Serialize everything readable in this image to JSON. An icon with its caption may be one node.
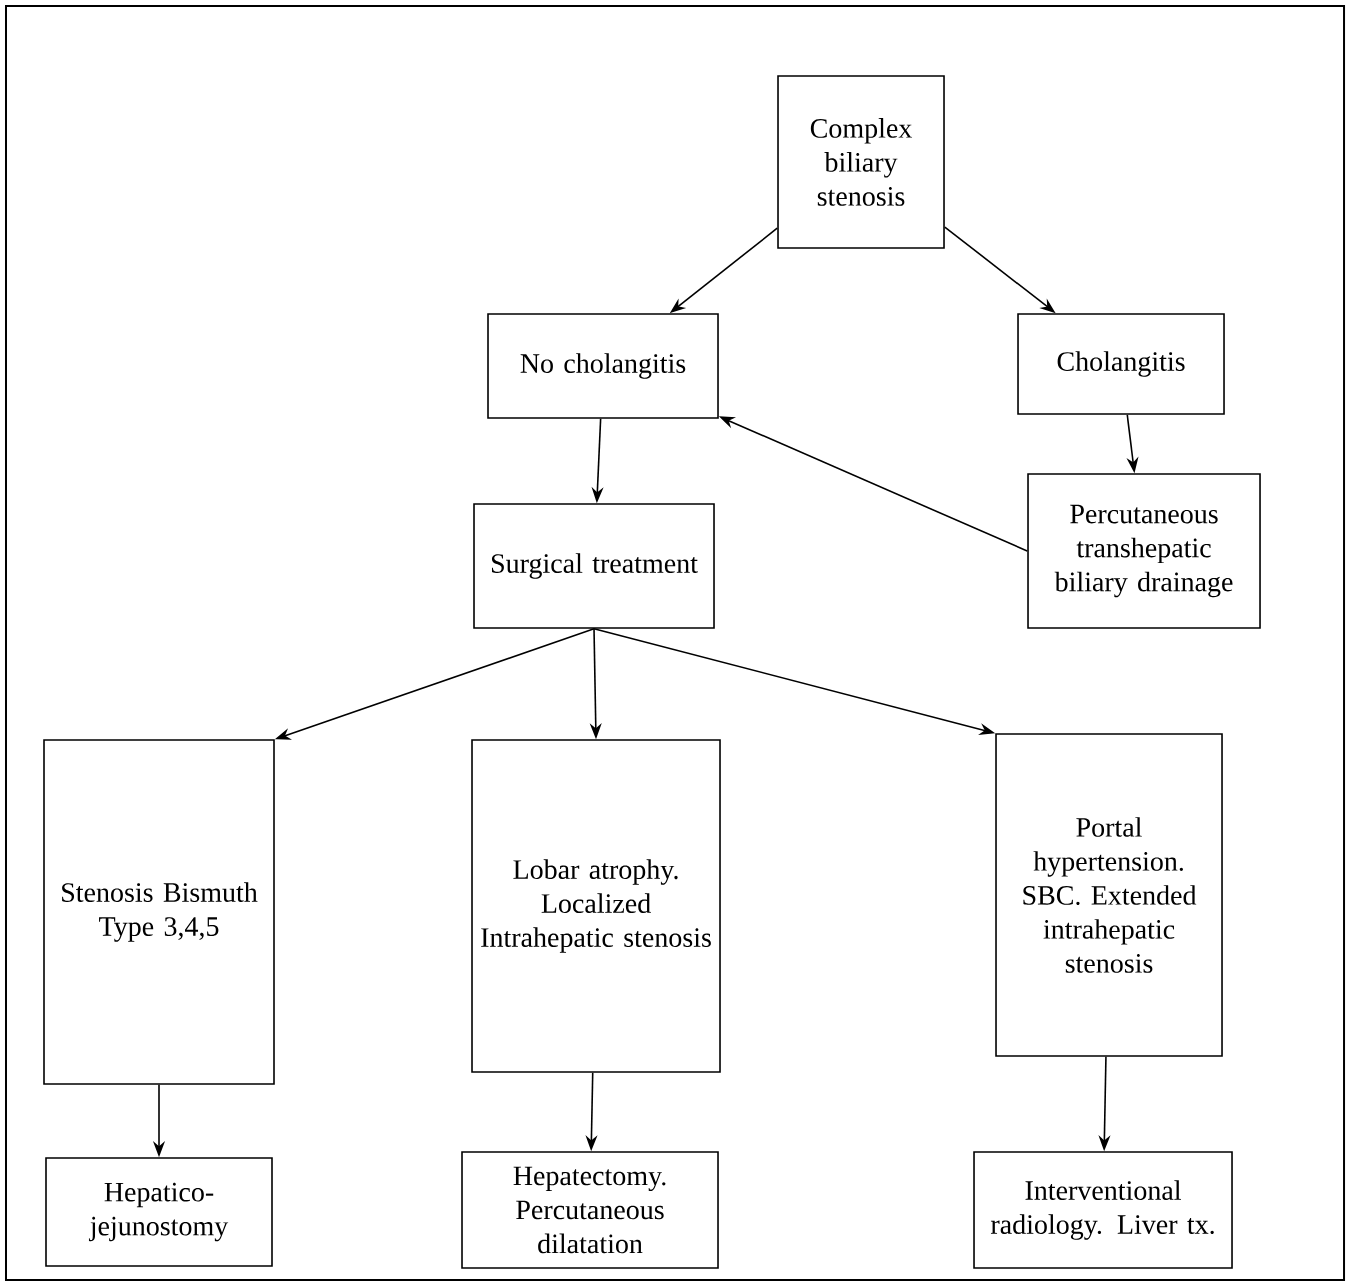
{
  "diagram": {
    "nodes": [
      {
        "text": [
          "Complex biliary stenosis"
        ]
      },
      {
        "text": [
          "No cholangitis"
        ]
      },
      {
        "text": [
          "Cholangitis"
        ]
      },
      {
        "text": [
          "Surgical treatment"
        ]
      },
      {
        "text": [
          "Percutaneous transhepatic biliary drainage"
        ]
      },
      {
        "text": [
          "Stenosis Bismuth Type 3,4,5"
        ]
      },
      {
        "text": [
          "Lobar atrophy. Localized Intrahepatic stenosis"
        ]
      },
      {
        "text": [
          "Portal hypertension. SBC. Extended intrahepatic stenosis"
        ]
      },
      {
        "text": [
          "Hepatico-jejunostomy"
        ]
      },
      {
        "text": [
          "Hepatectomy. Percutaneous dilatation"
        ]
      },
      {
        "text": [
          "Interventional radiology. Liver tx."
        ]
      }
    ],
    "edges": [
      {
        "from": 0,
        "to": 1,
        "arrow": "to"
      },
      {
        "from": 0,
        "to": 2,
        "arrow": "to"
      },
      {
        "from": 2,
        "to": 4,
        "arrow": "to"
      },
      {
        "from": 4,
        "to": 1,
        "arrow": "to"
      },
      {
        "from": 1,
        "to": 3,
        "arrow": "to"
      },
      {
        "from": 3,
        "to": 5,
        "arrow": "to"
      },
      {
        "from": 3,
        "to": 6,
        "arrow": "to"
      },
      {
        "from": 3,
        "to": 7,
        "arrow": "to"
      },
      {
        "from": 5,
        "to": 8,
        "arrow": "to"
      },
      {
        "from": 6,
        "to": 9,
        "arrow": "to"
      },
      {
        "from": 7,
        "to": 10,
        "arrow": "to"
      }
    ]
  }
}
